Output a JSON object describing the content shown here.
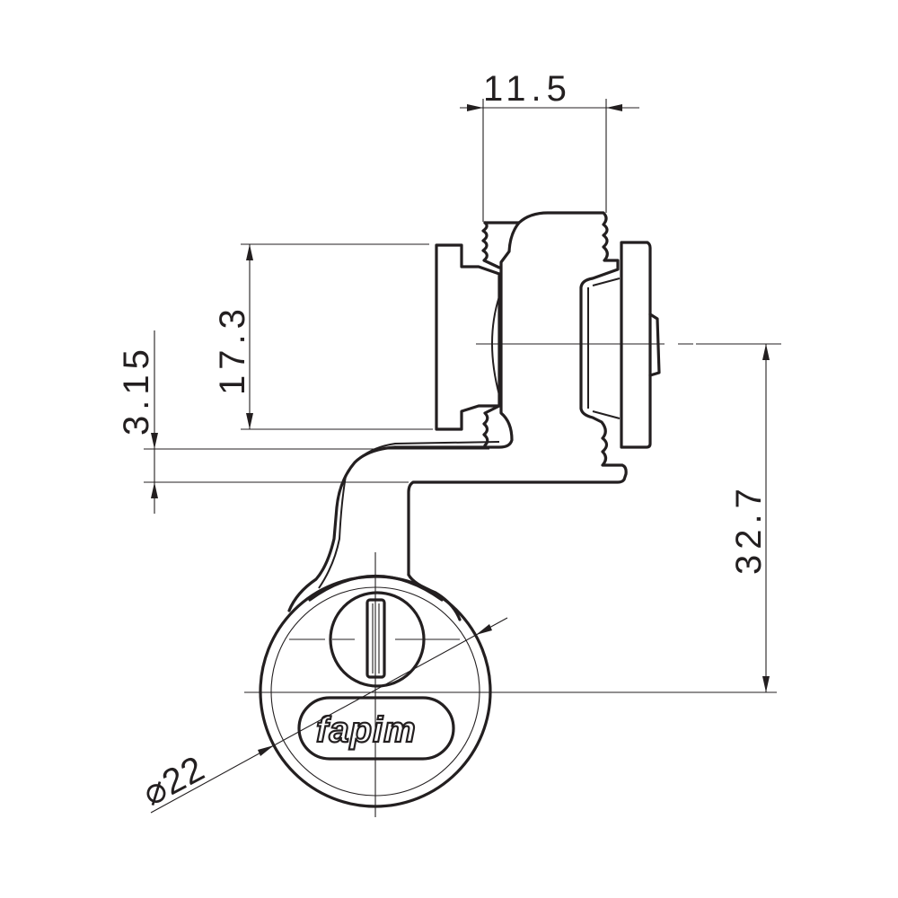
{
  "drawing": {
    "dimensions": {
      "width_top": "11.5",
      "height_flange": "17.3",
      "offset": "3.15",
      "center_distance": "32.7",
      "diameter": "⌀22"
    },
    "logo_text": "fapim",
    "line_color": "#231f20"
  }
}
